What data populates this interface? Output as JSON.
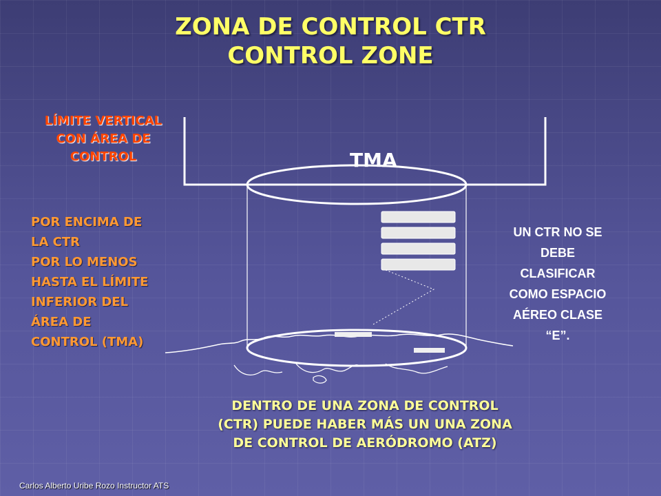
{
  "title": {
    "line1": "ZONA DE CONTROL  CTR",
    "line2": "CONTROL ZONE"
  },
  "labels": {
    "vertical_limit": [
      "LÍMITE VERTICAL",
      "CON ÁREA DE",
      "CONTROL"
    ],
    "tma": "TMA",
    "above_ctr": [
      "POR ENCIMA DE",
      "LA CTR",
      "POR LO MENOS",
      "HASTA EL LÍMITE",
      "INFERIOR DEL",
      "ÁREA DE",
      "CONTROL (TMA)"
    ],
    "ctr_class": [
      "UN CTR NO SE",
      "DEBE",
      "CLASIFICAR",
      "COMO ESPACIO",
      "AÉREO CLASE",
      "“E”."
    ],
    "atz_note": [
      "DENTRO DE UNA ZONA DE CONTROL",
      "(CTR) PUEDE HABER MÁS UN UNA ZONA",
      "DE CONTROL DE AERÓDROMO (ATZ)"
    ]
  },
  "footer": "Carlos Alberto Uribe Rozo Instructor ATS",
  "colors": {
    "title": "#ffff66",
    "orange_text": "#ff9933",
    "red_text": "#ff4400",
    "white_text": "#ffffff",
    "yellow_text": "#ffff99",
    "background": "#4b4b88"
  }
}
